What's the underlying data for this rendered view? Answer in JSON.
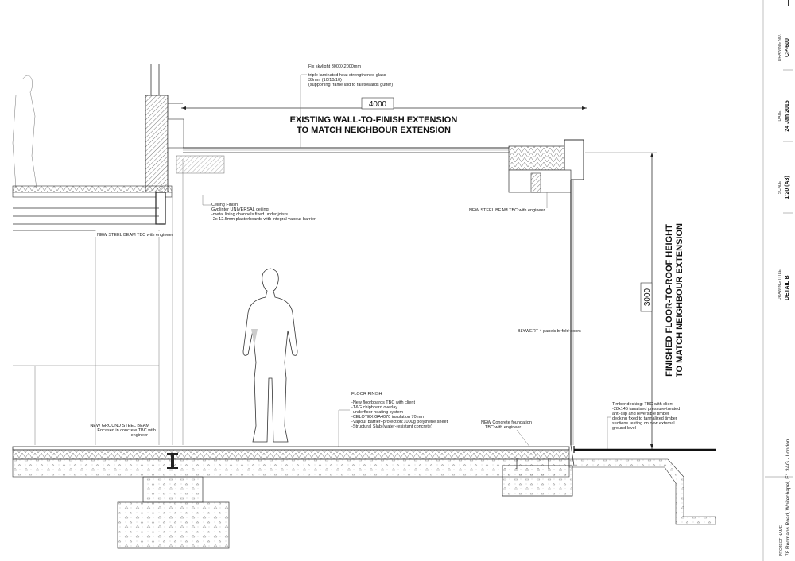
{
  "title_block": {
    "drawing_no_label": "DRAWING NO.",
    "drawing_no": "CP-600",
    "date_label": "DATE",
    "date": "24 Jan 2015",
    "scale_label": "SCALE",
    "scale": "1:20 (A3)",
    "drawing_title_label": "DRAWING TITLE",
    "drawing_title": "DETAIL B",
    "project_name_label": "PROJECT NAME",
    "project_name": "78 Redmans Road, Whitechapel, E1 3AG - London"
  },
  "dimensions": {
    "width": "4000",
    "height": "3000"
  },
  "headings": {
    "extension_line1": "EXISTING WALL-TO-FINISH EXTENSION",
    "extension_line2": "TO MATCH NEIGHBOUR EXTENSION",
    "height_line1": "FINISHED FLOOR-TO-ROOF HEIGHT",
    "height_line2": "TO MATCH NEIGHBOUR EXTENSION"
  },
  "notes": {
    "skylight": "Fix skylight 3000X2000mm",
    "glass": [
      "triple laminated heat strengthened glass",
      "33mm (10/10/10)",
      "(supporting frame laid to fall towards gutter)"
    ],
    "ceiling": [
      "Ceiling Finish:",
      "Gyplinter UNIVERSAL ceiling",
      "-metal lining channels fixed under joists",
      "-2x 12.5mm plasterboards with integral vapour-barrier"
    ],
    "steel_beam_right": "NEW STEEL BEAM TBC with engineer",
    "steel_beam_left": "NEW STEEL BEAM TBC with engineer",
    "doors": "BLYWERT 4 panels bi fold doors",
    "floor": [
      "FLOOR FINISH",
      "-New floorboards TBC with client",
      "-T&G chipboard overlay",
      "-underfloor heating system",
      "-CELOTEX GA4070 insulation 70mm",
      "-Vapour barrier+protection:1000g polythene sheet",
      "-Structural Slab (water-resistant concrete)"
    ],
    "ground_beam": [
      "NEW GROUND STEEL BEAM",
      "Encased in concrete TBC with",
      "engineer"
    ],
    "foundation": [
      "NEW Concrete foundation",
      "TBC with engineer"
    ],
    "decking": [
      "Timber decking: TBC with client",
      "-28x145 tanalised pressure-treated",
      "anti-slip and reversible timber",
      "decking fixed to tannalized timber",
      "sections resting on new external",
      "ground level"
    ]
  }
}
